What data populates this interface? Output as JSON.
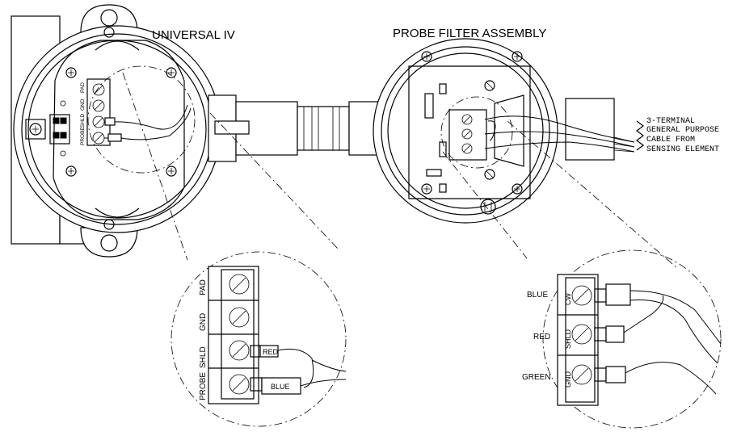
{
  "titles": {
    "universal": "UNIVERSAL IV",
    "probe_filter": "PROBE FILTER ASSEMBLY"
  },
  "cable_note": {
    "line1": "3-TERMINAL",
    "line2": "GENERAL PURPOSE",
    "line3": "CABLE FROM",
    "line4": "SENSING ELEMENT"
  },
  "universal_small_terminals": [
    "PAD",
    "GND",
    "SHLD",
    "PROBE"
  ],
  "universal_detail": {
    "terminals": [
      "PAD",
      "GND",
      "SHLD",
      "PROBE"
    ],
    "wire_red": "RED",
    "wire_blue": "BLUE"
  },
  "filter_detail": {
    "terminals": [
      "CW",
      "SHLD",
      "GND"
    ],
    "wire_colors": [
      "BLUE",
      "RED",
      "GREEN"
    ]
  }
}
